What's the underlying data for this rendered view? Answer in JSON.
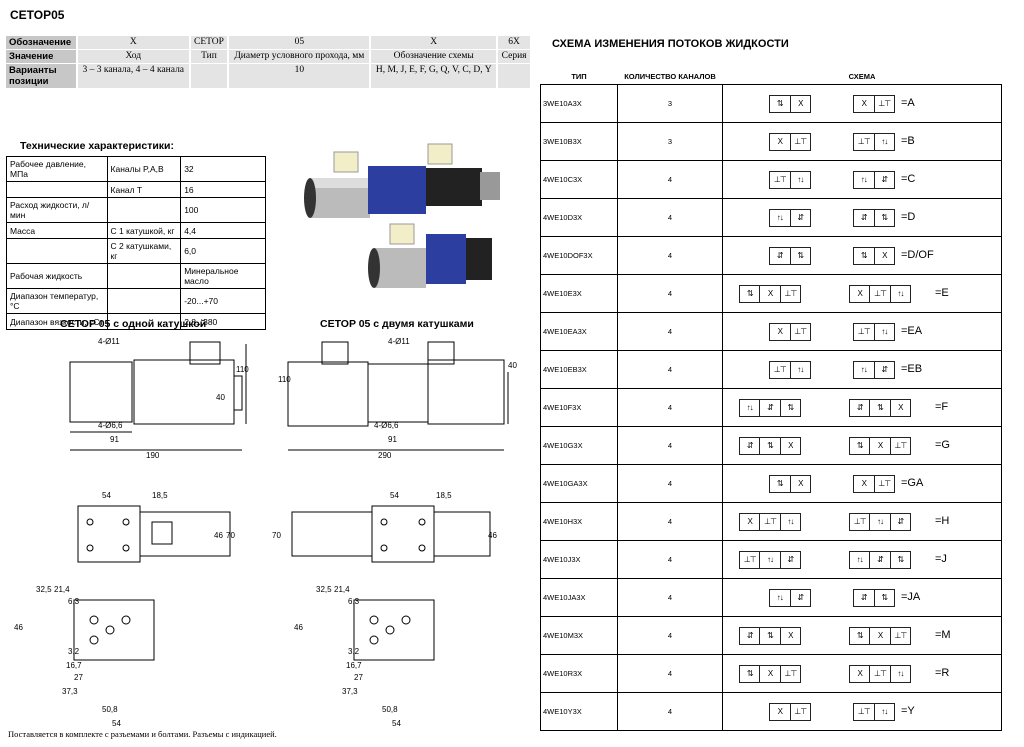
{
  "title": "CETOP05",
  "code_table": {
    "rows": [
      {
        "label": "Обозначение",
        "cells": [
          "X",
          "CETOP",
          "05",
          "X",
          "6X"
        ]
      },
      {
        "label": "Значение",
        "cells": [
          "Ход",
          "Тип",
          "Диаметр условного прохода, мм",
          "Обозначение схемы",
          "Серия"
        ]
      },
      {
        "label": "Варианты позиции",
        "cells": [
          "3 – 3 канала, 4 – 4 канала",
          "",
          "10",
          "H, M, J, E, F, G, Q, V, C, D, Y",
          ""
        ]
      }
    ]
  },
  "specs": {
    "title": "Технические характеристики:",
    "rows": [
      {
        "a": "Рабочее давление, МПа",
        "b": "Каналы P,A,B",
        "c": "32"
      },
      {
        "a": "",
        "b": "Канал T",
        "c": "16"
      },
      {
        "a": "Расход жидкости, л/мин",
        "b": "",
        "c": "100"
      },
      {
        "a": "Масса",
        "b": "С 1 катушкой, кг",
        "c": "4,4"
      },
      {
        "a": "",
        "b": "С 2 катушками, кг",
        "c": "6,0"
      },
      {
        "a": "Рабочая жидкость",
        "b": "",
        "c": "Минеральное масло"
      },
      {
        "a": "Диапазон температур, °С",
        "b": "",
        "c": "-20...+70"
      },
      {
        "a": "Диапазон вязкости, сСт",
        "b": "",
        "c": "2,8...380"
      }
    ]
  },
  "drawings": {
    "one_coil_title": "CETOP 05 с одной катушкой",
    "two_coil_title": "CETOP 05 с двумя катушками",
    "dims": {
      "holes_a": "4-Ø11",
      "holes_b": "4-Ø6,6",
      "d110": "110",
      "d40": "40",
      "d91": "91",
      "d190": "190",
      "d290": "290",
      "d54": "54",
      "d185": "18,5",
      "d46": "46",
      "d70": "70",
      "d325": "32,5",
      "d214": "21,4",
      "d63": "6,3",
      "d32": "3,2",
      "d167": "16,7",
      "d27": "27",
      "d373": "37,3",
      "d508": "50,8"
    }
  },
  "note": "Поставляется в комплекте с разъемами и болтами. Разъемы с индикацией.",
  "schemes": {
    "title": "СХЕМА ИЗМЕНЕНИЯ ПОТОКОВ ЖИДКОСТИ",
    "headers": [
      "ТИП",
      "КОЛИЧЕСТВО КАНАЛОВ",
      "СХЕМА"
    ],
    "rows": [
      {
        "type": "3WE10A3X",
        "count": "3",
        "result": "=A",
        "cells": 2
      },
      {
        "type": "3WE10B3X",
        "count": "3",
        "result": "=B",
        "cells": 2
      },
      {
        "type": "4WE10C3X",
        "count": "4",
        "result": "=C",
        "cells": 2
      },
      {
        "type": "4WE10D3X",
        "count": "4",
        "result": "=D",
        "cells": 2
      },
      {
        "type": "4WE10DOF3X",
        "count": "4",
        "result": "=D/OF",
        "cells": 2
      },
      {
        "type": "4WE10E3X",
        "count": "4",
        "result": "=E",
        "cells": 3
      },
      {
        "type": "4WE10EA3X",
        "count": "4",
        "result": "=EA",
        "cells": 2
      },
      {
        "type": "4WE10EB3X",
        "count": "4",
        "result": "=EB",
        "cells": 2
      },
      {
        "type": "4WE10F3X",
        "count": "4",
        "result": "=F",
        "cells": 3
      },
      {
        "type": "4WE10G3X",
        "count": "4",
        "result": "=G",
        "cells": 3
      },
      {
        "type": "4WE10GA3X",
        "count": "4",
        "result": "=GA",
        "cells": 2
      },
      {
        "type": "4WE10H3X",
        "count": "4",
        "result": "=H",
        "cells": 3
      },
      {
        "type": "4WE10J3X",
        "count": "4",
        "result": "=J",
        "cells": 3
      },
      {
        "type": "4WE10JA3X",
        "count": "4",
        "result": "=JA",
        "cells": 2
      },
      {
        "type": "4WE10M3X",
        "count": "4",
        "result": "=M",
        "cells": 3
      },
      {
        "type": "4WE10R3X",
        "count": "4",
        "result": "=R",
        "cells": 3
      },
      {
        "type": "4WE10Y3X",
        "count": "4",
        "result": "=Y",
        "cells": 2
      }
    ]
  }
}
